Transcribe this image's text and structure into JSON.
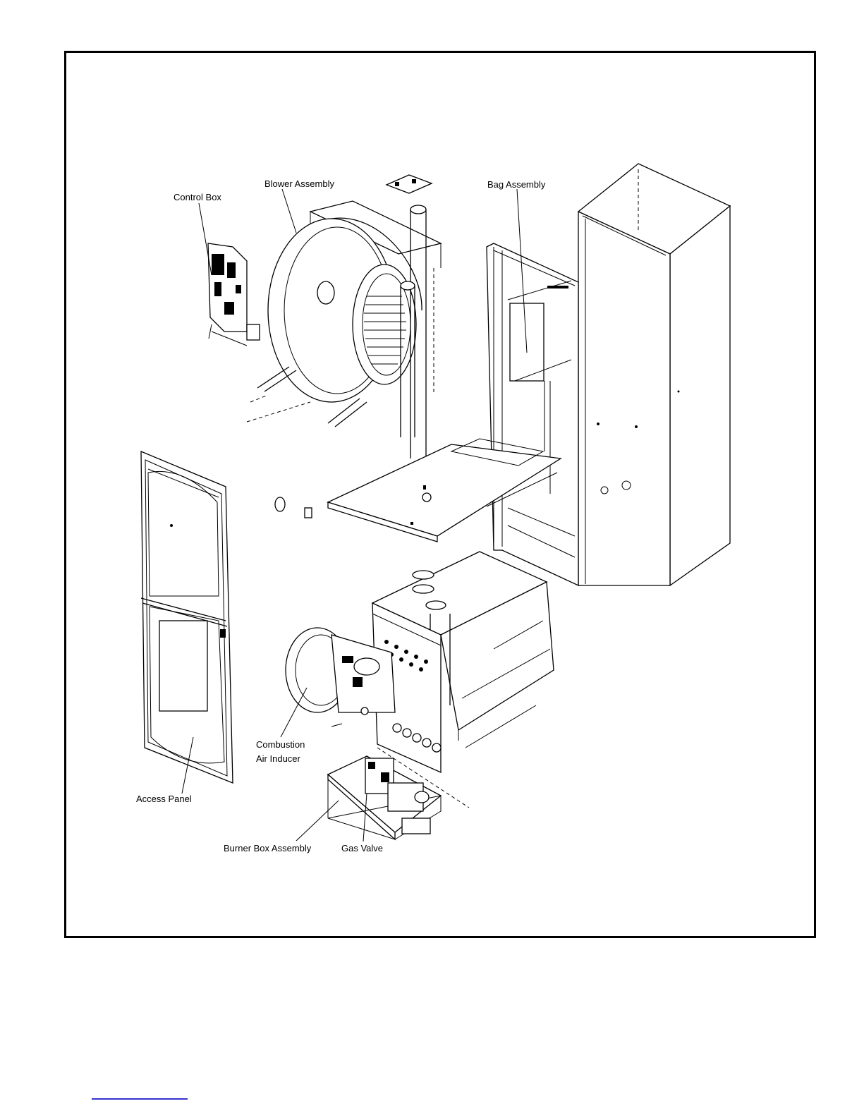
{
  "labels": {
    "control_box": "Control Box",
    "blower_assembly": "Blower Assembly",
    "bag_assembly": "Bag Assembly",
    "combustion_air_inducer_line1": "Combustion",
    "combustion_air_inducer_line2": "Air Inducer",
    "access_panel": "Access Panel",
    "burner_box_assembly": "Burner Box Assembly",
    "gas_valve": "Gas Valve"
  },
  "colors": {
    "line": "#000000",
    "background": "#ffffff",
    "footer_link": "#3333cc"
  }
}
